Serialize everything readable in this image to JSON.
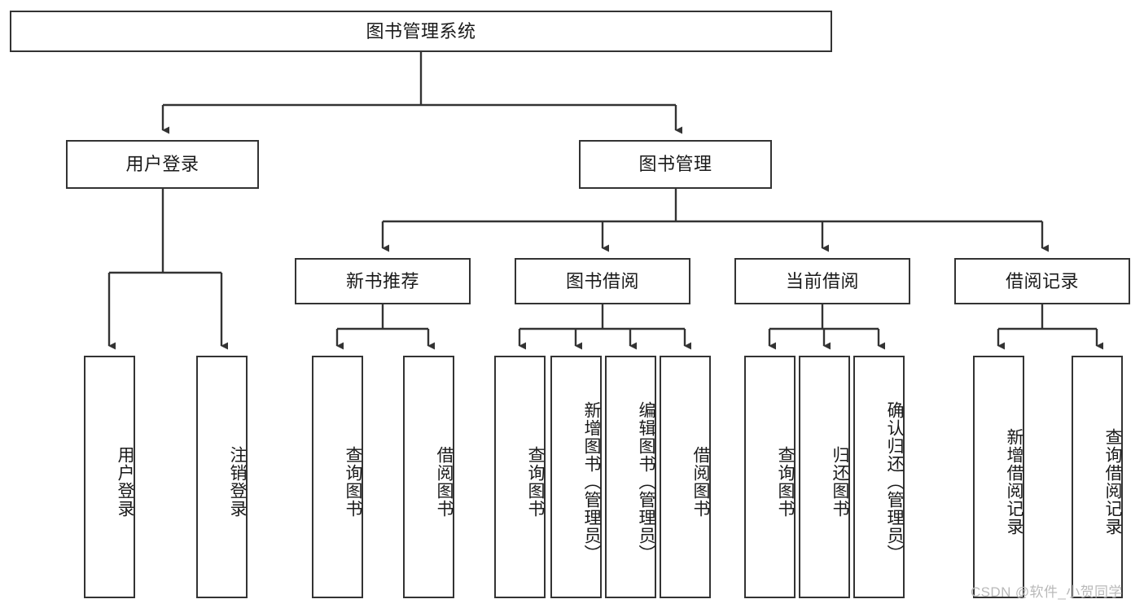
{
  "diagram": {
    "title": "图书管理系统",
    "type": "tree-hierarchy",
    "root": {
      "id": "root",
      "label": "图书管理系统"
    },
    "level2": [
      {
        "id": "user-login",
        "label": "用户登录"
      },
      {
        "id": "book-manage",
        "label": "图书管理"
      }
    ],
    "level3": [
      {
        "id": "new-book-rec",
        "label": "新书推荐",
        "parent": "book-manage"
      },
      {
        "id": "book-borrow",
        "label": "图书借阅",
        "parent": "book-manage"
      },
      {
        "id": "current-borrow",
        "label": "当前借阅",
        "parent": "book-manage"
      },
      {
        "id": "borrow-record",
        "label": "借阅记录",
        "parent": "book-manage"
      }
    ],
    "leaves": [
      {
        "id": "leaf-user-login",
        "label": "用户登录",
        "parent": "user-login"
      },
      {
        "id": "leaf-user-logout",
        "label": "注销登录",
        "parent": "user-login"
      },
      {
        "id": "leaf-query-book-1",
        "label": "查询图书",
        "parent": "new-book-rec"
      },
      {
        "id": "leaf-borrow-book-1",
        "label": "借阅图书",
        "parent": "new-book-rec"
      },
      {
        "id": "leaf-query-book-2",
        "label": "查询图书",
        "parent": "book-borrow"
      },
      {
        "id": "leaf-add-book",
        "label": "新增图书（管理员）",
        "parent": "book-borrow"
      },
      {
        "id": "leaf-edit-book",
        "label": "编辑图书（管理员）",
        "parent": "book-borrow"
      },
      {
        "id": "leaf-borrow-book-2",
        "label": "借阅图书",
        "parent": "book-borrow"
      },
      {
        "id": "leaf-query-book-3",
        "label": "查询图书",
        "parent": "current-borrow"
      },
      {
        "id": "leaf-return-book",
        "label": "归还图书",
        "parent": "current-borrow"
      },
      {
        "id": "leaf-confirm-return",
        "label": "确认归还（管理员）",
        "parent": "current-borrow"
      },
      {
        "id": "leaf-add-record",
        "label": "新增借阅记录",
        "parent": "borrow-record"
      },
      {
        "id": "leaf-query-record",
        "label": "查询借阅记录",
        "parent": "borrow-record"
      }
    ],
    "colors": {
      "stroke": "#333333",
      "fill": "#ffffff",
      "text": "#1a1a1a",
      "watermark": "#b9b9b9"
    }
  },
  "watermark": {
    "text": "CSDN @软件_小贺同学"
  }
}
